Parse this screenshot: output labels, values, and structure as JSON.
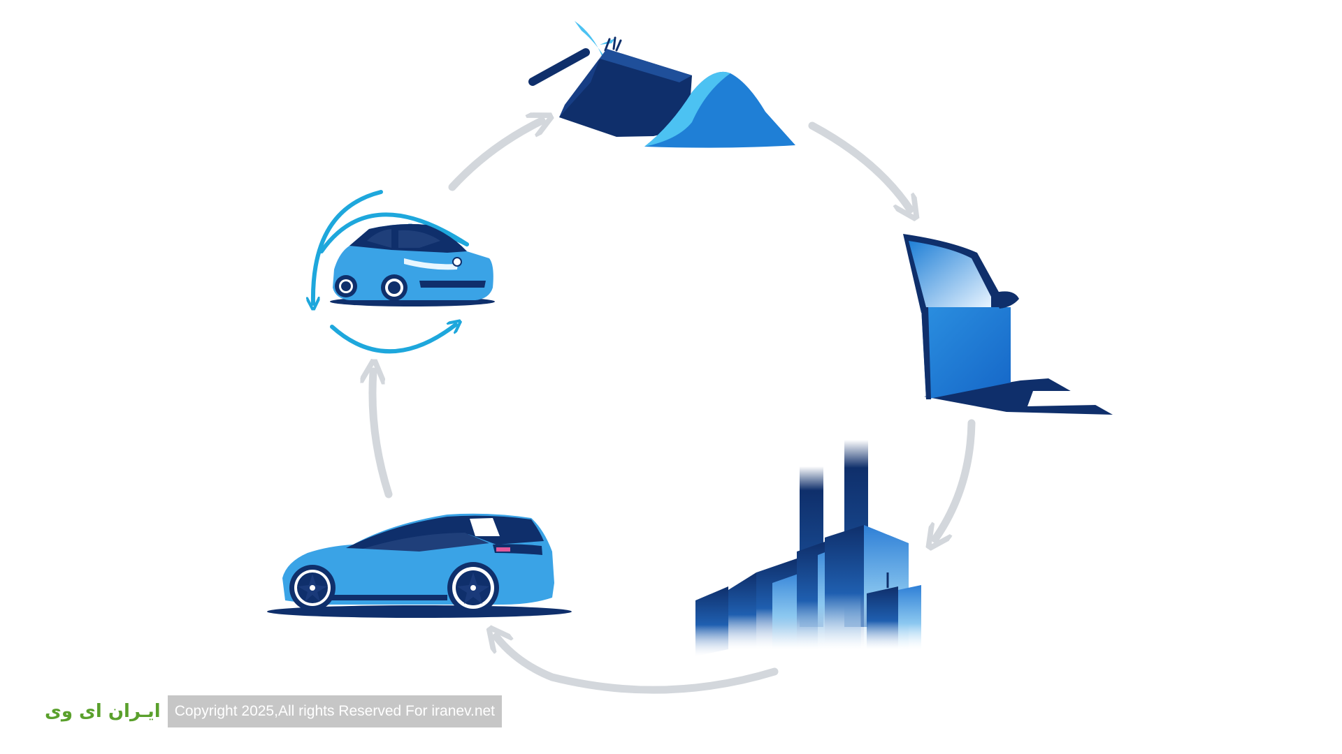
{
  "watermark": {
    "logo_text": "ایـران ای وی",
    "copyright": "Copyright 2025,All rights Reserved For iranev.net"
  },
  "colors": {
    "arrow_gray": "#d3d7dc",
    "recycle_blue": "#1ea7dc",
    "car_blue": "#3aa3e6",
    "dark_navy": "#0f2f6b",
    "mid_blue": "#1f7fd6",
    "light_blue": "#4cc2f2"
  },
  "stages": [
    {
      "name": "raw-material-mining",
      "icon": "mining-pickaxe-icon"
    },
    {
      "name": "component-production",
      "icon": "car-door-icon"
    },
    {
      "name": "manufacturing",
      "icon": "factory-icon"
    },
    {
      "name": "vehicle-use",
      "icon": "electric-car-icon"
    },
    {
      "name": "recycling",
      "icon": "recycling-car-icon"
    }
  ]
}
